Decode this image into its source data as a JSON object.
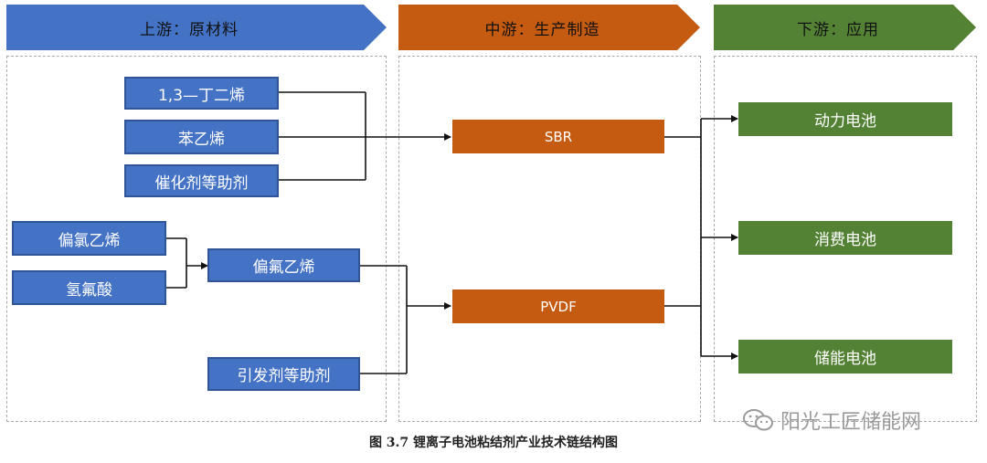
{
  "header": {
    "upstream": "上游：原材料",
    "midstream": "中游：生产制造",
    "downstream": "下游：应用"
  },
  "upstream": {
    "butadiene": "1,3—丁二烯",
    "styrene": "苯乙烯",
    "catalyst": "催化剂等助剂",
    "vinylidene_chloride": "偏氯乙烯",
    "hydrofluoric_acid": "氢氟酸",
    "vinylidene_fluoride": "偏氟乙烯",
    "initiator": "引发剂等助剂"
  },
  "midstream": {
    "sbr": "SBR",
    "pvdf": "PVDF"
  },
  "downstream": {
    "power_battery": "动力电池",
    "consumer_battery": "消费电池",
    "storage_battery": "储能电池"
  },
  "caption": "图 3.7 锂离子电池粘结剂产业技术链结构图",
  "watermark": "阳光工匠储能网",
  "colors": {
    "blue": "#4472c4",
    "orange": "#c55a11",
    "green": "#548235"
  }
}
